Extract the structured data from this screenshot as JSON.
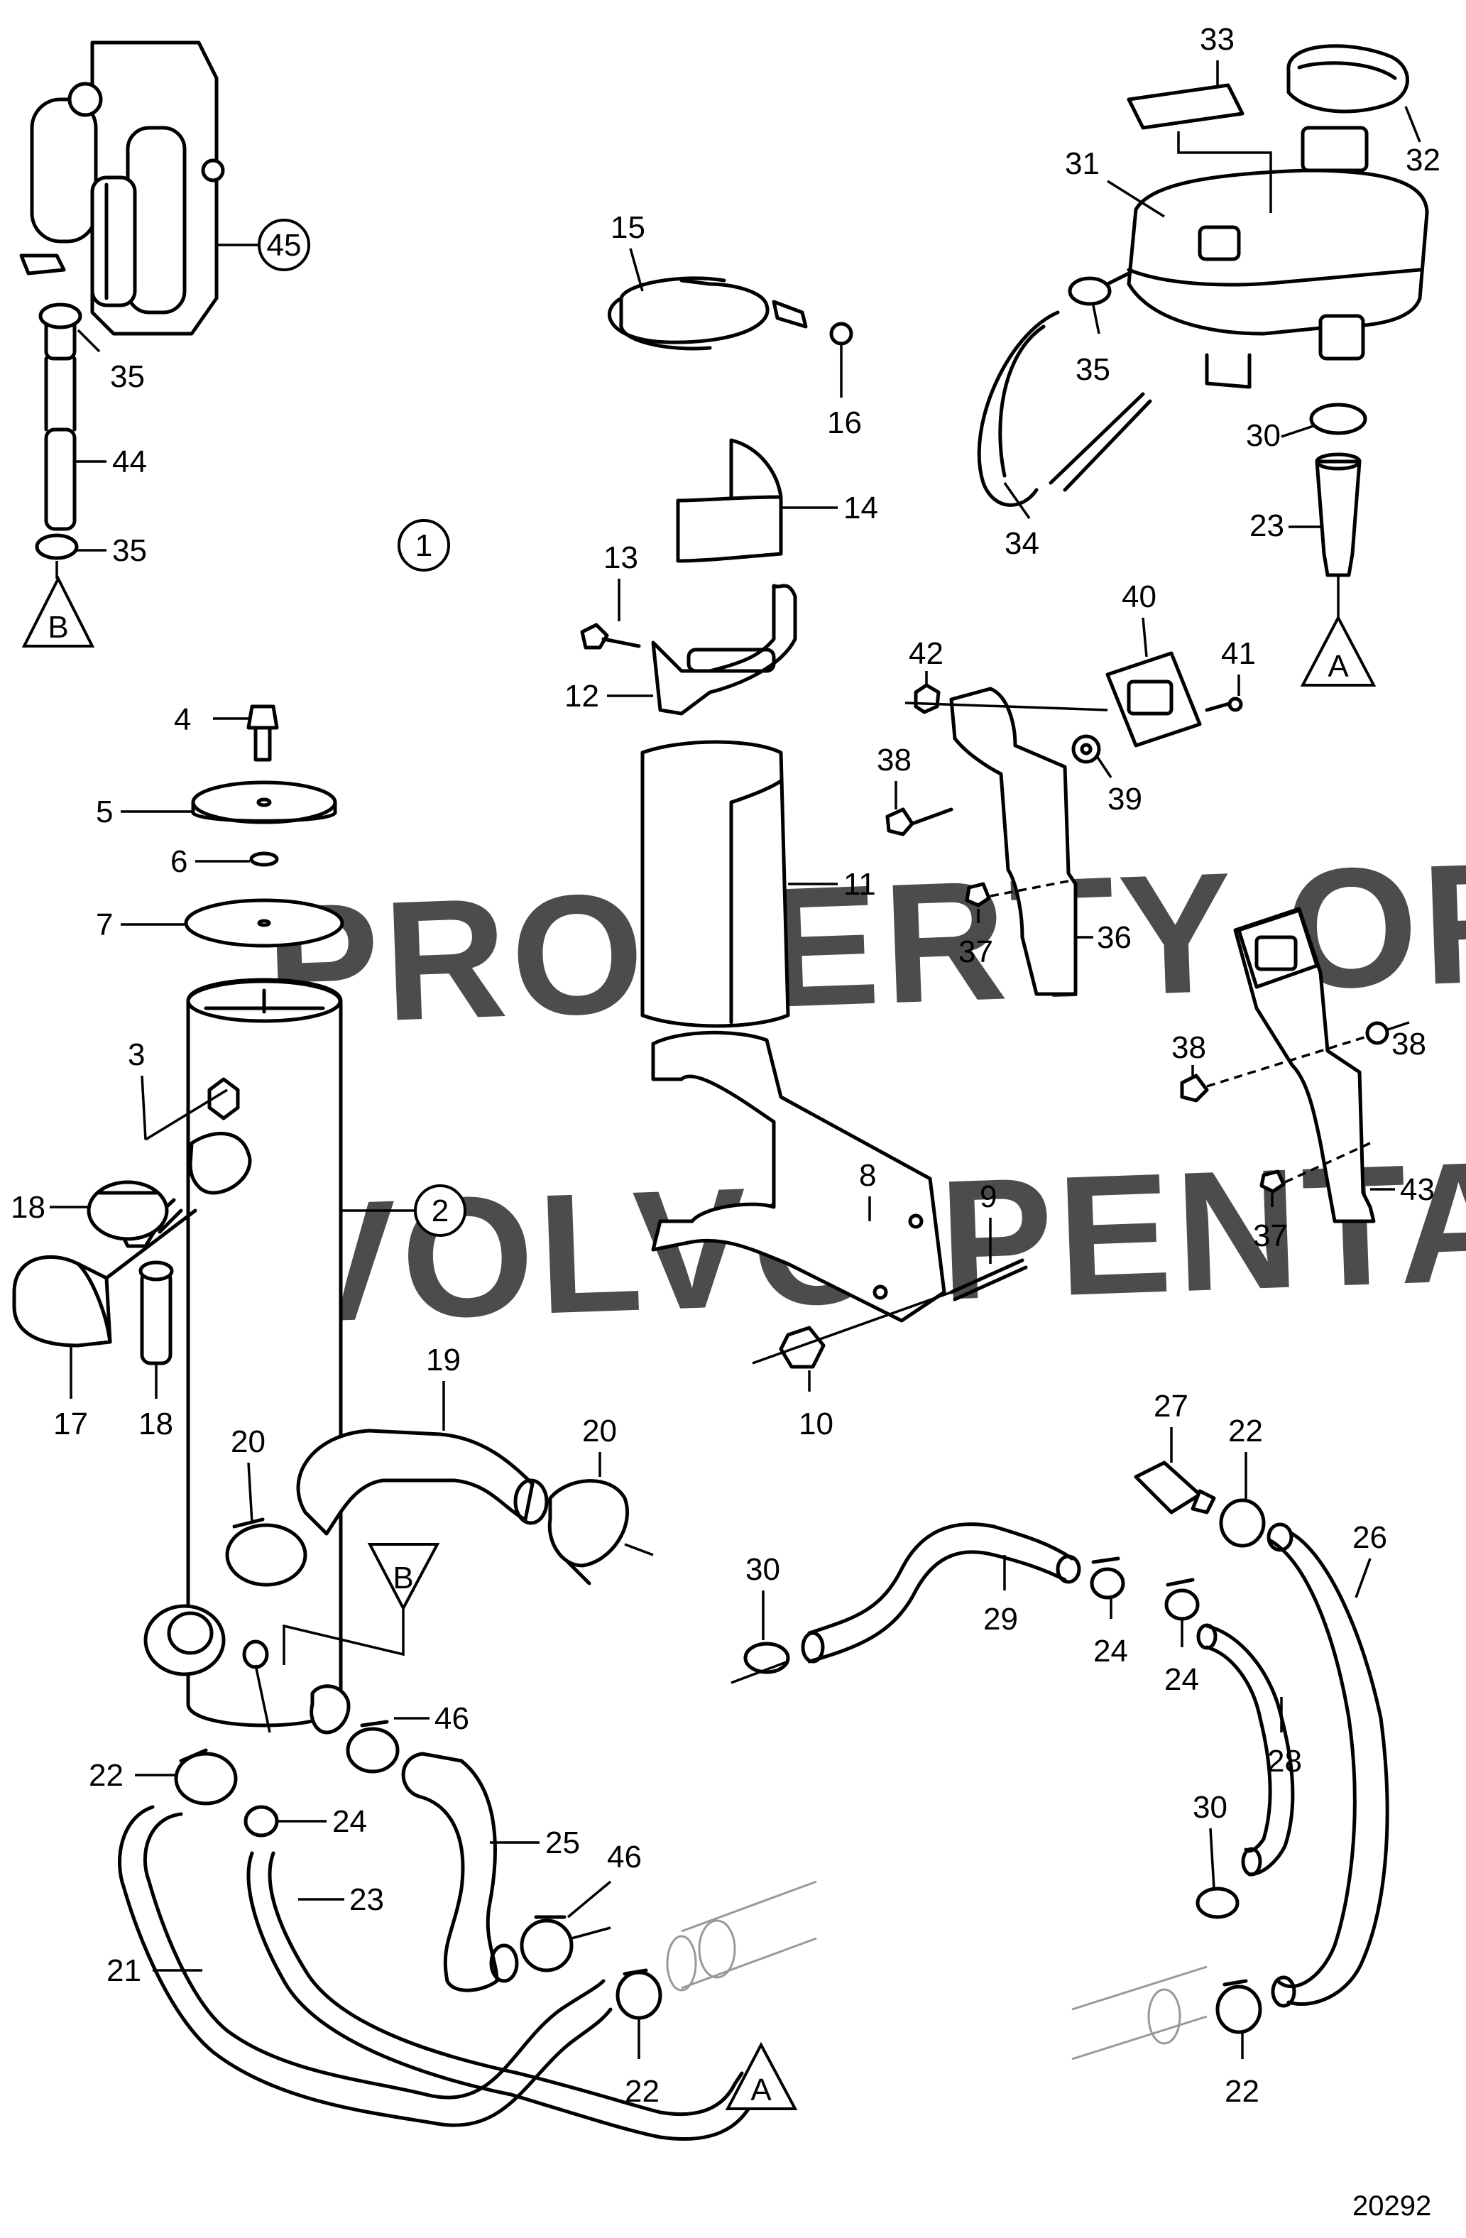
{
  "drawing_number": "20292",
  "watermark": {
    "line1": "PROPERTY OF",
    "line2": "VOLVO PENTA"
  },
  "group_markers": {
    "main": "1",
    "tank": "2",
    "filter": "45"
  },
  "connection_markers": {
    "a": "A",
    "b": "B"
  },
  "callouts": {
    "p3": "3",
    "p4": "4",
    "p5": "5",
    "p6": "6",
    "p7": "7",
    "p8": "8",
    "p9": "9",
    "p10": "10",
    "p11": "11",
    "p12": "12",
    "p13": "13",
    "p14": "14",
    "p15": "15",
    "p16": "16",
    "p17": "17",
    "p18a": "18",
    "p18b": "18",
    "p19": "19",
    "p20a": "20",
    "p20b": "20",
    "p21": "21",
    "p22a": "22",
    "p22b": "22",
    "p22c": "22",
    "p22d": "22",
    "p23a": "23",
    "p23b": "23",
    "p24a": "24",
    "p24b": "24",
    "p24c": "24",
    "p25": "25",
    "p26": "26",
    "p27": "27",
    "p28": "28",
    "p29": "29",
    "p30a": "30",
    "p30b": "30",
    "p30c": "30",
    "p31": "31",
    "p32": "32",
    "p33": "33",
    "p34": "34",
    "p35a": "35",
    "p35b": "35",
    "p35c": "35",
    "p36": "36",
    "p37a": "37",
    "p37b": "37",
    "p38a": "38",
    "p38b": "38",
    "p38c": "38",
    "p39": "39",
    "p40": "40",
    "p41": "41",
    "p42": "42",
    "p43": "43",
    "p44": "44",
    "p46a": "46",
    "p46b": "46"
  }
}
